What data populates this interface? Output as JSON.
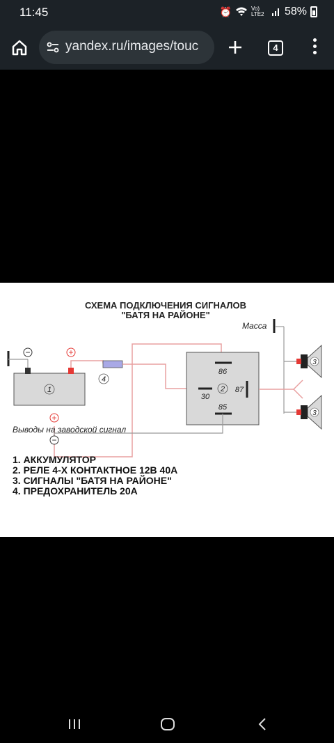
{
  "status_bar": {
    "time": "11:45",
    "network": "Vo) LTE2",
    "battery": "58%"
  },
  "browser": {
    "url": "yandex.ru/images/touc",
    "tab_count": "4"
  },
  "diagram": {
    "title_line1": "СХЕМА ПОДКЛЮЧЕНИЯ СИГНАЛОВ",
    "title_line2": "\"БАТЯ НА РАЙОНЕ\"",
    "ground_label": "Масса",
    "battery_number": "1",
    "relay_number": "2",
    "horn_number": "3",
    "fuse_number": "4",
    "pin_86": "86",
    "pin_30": "30",
    "pin_87": "87",
    "pin_85": "85",
    "minus": "−",
    "plus": "+",
    "factory_outputs": "Выводы на заводской сигнал",
    "legend": [
      "1. АККУМУЛЯТОР",
      "2. РЕЛЕ 4-Х КОНТАКТНОЕ 12В 40А",
      "3. СИГНАЛЫ \"БАТЯ НА РАЙОНЕ\"",
      "4. ПРЕДОХРАНИТЕЛЬ 20А"
    ],
    "colors": {
      "wire_red": "#e8a0a0",
      "wire_gray": "#999999",
      "component_fill": "#d9d9d9",
      "terminal_red": "#e53935",
      "fuse_fill": "#a9a9e6"
    }
  },
  "nav": {
    "icons": [
      "recents-icon",
      "home-icon",
      "back-icon"
    ]
  }
}
